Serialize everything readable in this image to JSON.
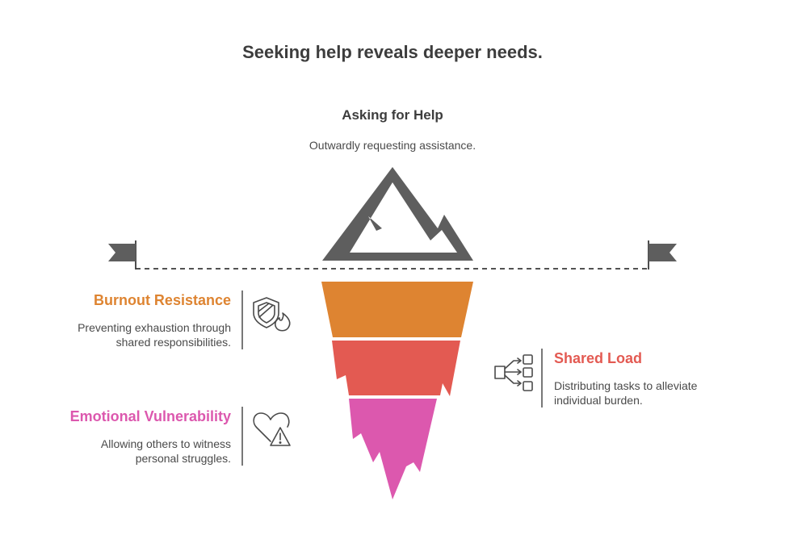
{
  "title": "Seeking help reveals deeper needs.",
  "tip": {
    "title": "Asking for Help",
    "description": "Outwardly requesting assistance."
  },
  "layers": [
    {
      "title": "Burnout Resistance",
      "description_lines": [
        "Preventing exhaustion through",
        "shared responsibilities."
      ],
      "color": "#DE8431",
      "icon": "shield-fire-icon"
    },
    {
      "title": "Shared Load",
      "description_lines": [
        "Distributing tasks to alleviate",
        "individual burden."
      ],
      "color": "#E35A52",
      "icon": "distribute-tasks-icon"
    },
    {
      "title": "Emotional Vulnerability",
      "description_lines": [
        "Allowing others to witness",
        "personal struggles."
      ],
      "color": "#DC58AE",
      "icon": "heart-warning-icon"
    }
  ],
  "colors": {
    "iceberg_top": "#5E5E5E",
    "waterline": "#3A3A3A",
    "flag": "#5E5E5E",
    "icon_stroke": "#4A4A4A",
    "text": "#3D3D3D"
  }
}
